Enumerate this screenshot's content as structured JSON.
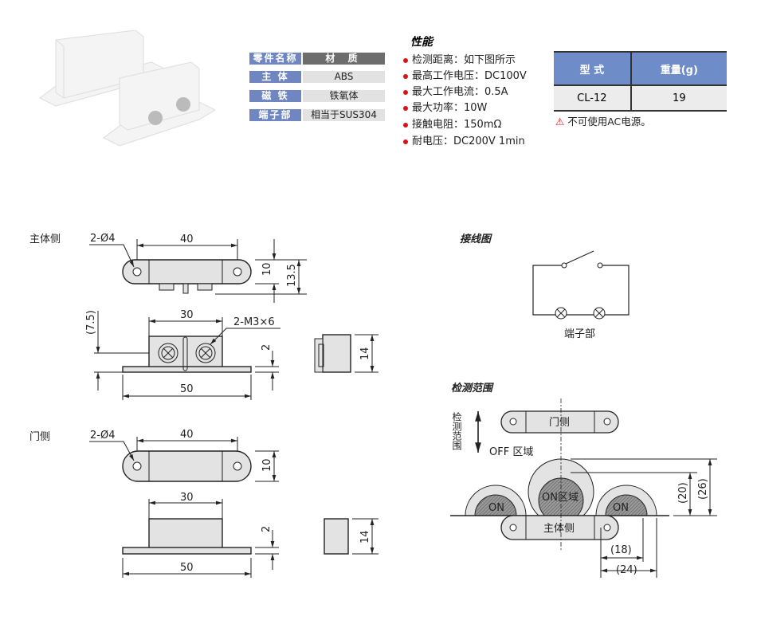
{
  "materials": {
    "header": {
      "part": "零件名称",
      "material": "材 质"
    },
    "rows": [
      {
        "part": "主 体",
        "material": "ABS"
      },
      {
        "part": "磁 铁",
        "material": "铁氧体"
      },
      {
        "part": "端子部",
        "material": "相当于SUS304"
      }
    ]
  },
  "performance": {
    "title": "性能",
    "items": [
      "检测距离：如下图所示",
      "最高工作电压：DC100V",
      "最大工作电流：0.5A",
      "最大功率：10W",
      "接触电阻：150mΩ",
      "耐电压：DC200V 1min"
    ]
  },
  "spec_table": {
    "headers": [
      "型 式",
      "重量(g)"
    ],
    "rows": [
      [
        "CL-12",
        "19"
      ]
    ],
    "note": "不可使用AC电源。"
  },
  "drawings": {
    "main_side": {
      "label": "主体侧",
      "hole": "2-Ø4",
      "dim_pitch": "40",
      "dim_width": "10",
      "dim_total": "13.5",
      "dim_body": "30",
      "screw": "2-M3×6",
      "dim_offset": "(7.5)",
      "dim_base": "2",
      "dim_length": "50",
      "dim_height": "14"
    },
    "door_side": {
      "label": "门侧",
      "hole": "2-Ø4",
      "dim_pitch": "40",
      "dim_width": "10",
      "dim_body": "30",
      "dim_base": "2",
      "dim_length": "50",
      "dim_height": "14"
    },
    "wiring": {
      "title": "接线图",
      "terminal": "端子部"
    },
    "range": {
      "title": "检测范围",
      "axis": "检测范围",
      "off": "OFF 区域",
      "door": "门侧",
      "main": "主体侧",
      "on_center": "ON区域",
      "on": "ON",
      "d20": "(20)",
      "d26": "(26)",
      "d18": "(18)",
      "d24": "(24)"
    }
  }
}
